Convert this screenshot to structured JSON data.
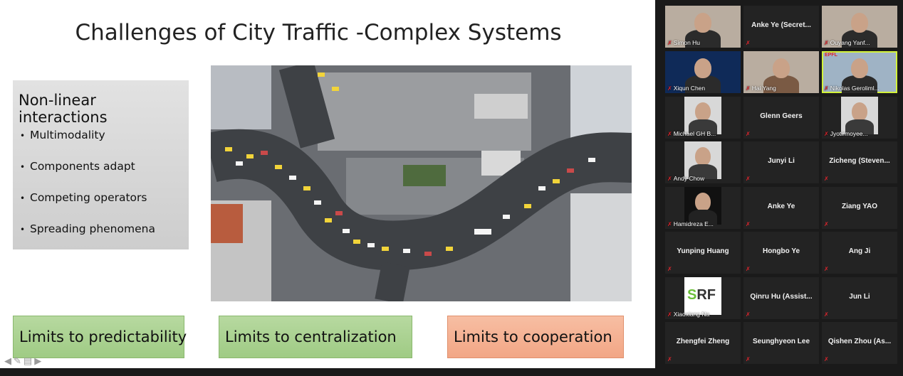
{
  "slide": {
    "title": "Challenges of City Traffic -Complex Systems",
    "box_title": "Non-linear interactions",
    "bullets": [
      "Multimodality",
      "Components adapt",
      "Competing operators",
      "Spreading phenomena"
    ],
    "limits": [
      "Limits to predictability",
      "Limits to centralization",
      "Limits to cooperation"
    ]
  },
  "participants": [
    {
      "name": "Simon Hu",
      "kind": "video"
    },
    {
      "name": "Anke Ye (Secret...",
      "kind": "name"
    },
    {
      "name": "Ouyang Yanf...",
      "kind": "video"
    },
    {
      "name": "Xiqun Chen",
      "kind": "video"
    },
    {
      "name": "Hai Yang",
      "kind": "video"
    },
    {
      "name": "Nikolas Geroliml...",
      "kind": "video",
      "logo": "EPFL"
    },
    {
      "name": "Michael GH B...",
      "kind": "photo"
    },
    {
      "name": "Glenn Geers",
      "kind": "name"
    },
    {
      "name": "Jyotirmoyee...",
      "kind": "photo"
    },
    {
      "name": "Andy Chow",
      "kind": "photo"
    },
    {
      "name": "Junyi Li",
      "kind": "name"
    },
    {
      "name": "Zicheng (Steven...",
      "kind": "name"
    },
    {
      "name": "Hamidreza E...",
      "kind": "photo"
    },
    {
      "name": "Anke Ye",
      "kind": "name"
    },
    {
      "name": "Ziang YAO",
      "kind": "name"
    },
    {
      "name": "Yunping Huang",
      "kind": "name"
    },
    {
      "name": "Hongbo Ye",
      "kind": "name"
    },
    {
      "name": "Ang Ji",
      "kind": "name"
    },
    {
      "name": "Xiaoxiang Na",
      "kind": "photo",
      "logo": "SRF"
    },
    {
      "name": "Qinru Hu (Assist...",
      "kind": "name"
    },
    {
      "name": "Jun Li",
      "kind": "name"
    },
    {
      "name": "Zhengfei Zheng",
      "kind": "name"
    },
    {
      "name": "Seunghyeon Lee",
      "kind": "name"
    },
    {
      "name": "Qishen Zhou (As...",
      "kind": "name"
    }
  ],
  "icons": {
    "mic": "mic-muted-icon"
  },
  "colors": {
    "green_box": "#a9d18e",
    "orange_box": "#f4b183",
    "muted": "#e0242c",
    "active_speaker": "#d3f23a"
  }
}
